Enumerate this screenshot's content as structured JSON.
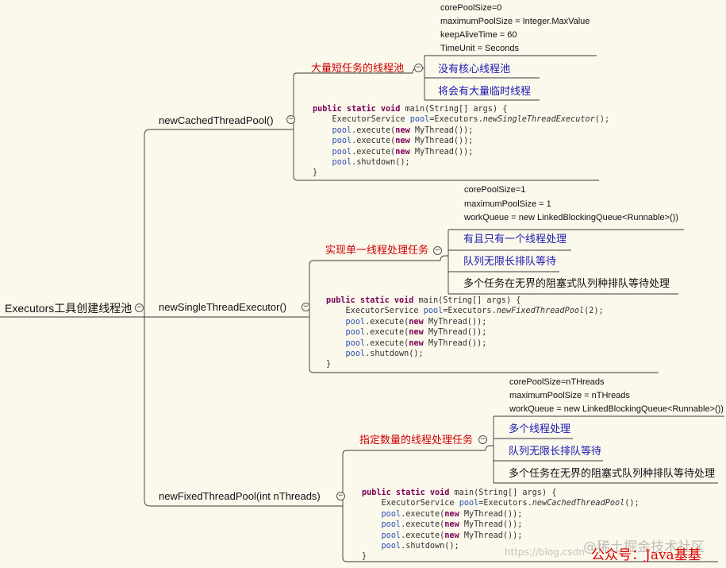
{
  "root": {
    "label": "Executors工具创建线程池"
  },
  "branches": [
    {
      "method": "newCachedThreadPool()",
      "summary": "大量短任务的线程池",
      "params": [
        "corePoolSize=0",
        "maximumPoolSize = Integer.MaxValue",
        "keepAliveTime = 60",
        "TimeUnit = Seconds"
      ],
      "points": [
        "没有核心线程池",
        "将会有大量临时线程"
      ],
      "code": {
        "kw_decl": "public static void",
        "main_sig": " main(String[] args) {",
        "decl_type": "ExecutorService ",
        "pool_var": "pool",
        "assign": "=Executors.",
        "factory": "newSingleThreadExecutor",
        "factory_args": "();",
        "call": ".execute(",
        "new_kw": "new",
        "ctor": " MyThread());",
        "shutdown": ".shutdown();",
        "close": "}"
      }
    },
    {
      "method": "newSingleThreadExecutor()",
      "summary": "实现单一线程处理任务",
      "params": [
        "corePoolSize=1",
        "maximumPoolSize = 1",
        "workQueue = new LinkedBlockingQueue<Runnable>())"
      ],
      "points": [
        "有且只有一个线程处理",
        "队列无限长排队等待",
        "多个任务在无界的阻塞式队列种排队等待处理"
      ],
      "code": {
        "kw_decl": "public static void",
        "main_sig": " main(String[] args) {",
        "decl_type": "ExecutorService ",
        "pool_var": "pool",
        "assign": "=Executors.",
        "factory": "newFixedThreadPool",
        "factory_args": "(2);",
        "call": ".execute(",
        "new_kw": "new",
        "ctor": " MyThread());",
        "shutdown": ".shutdown();",
        "close": "}"
      }
    },
    {
      "method": "newFixedThreadPool(int nThreads)",
      "summary": "指定数量的线程处理任务",
      "params": [
        "corePoolSize=nTHreads",
        "maximumPoolSize = nTHreads",
        "workQueue = new LinkedBlockingQueue<Runnable>())"
      ],
      "points": [
        "多个线程处理",
        "队列无限长排队等待",
        "多个任务在无界的阻塞式队列种排队等待处理"
      ],
      "code": {
        "kw_decl": "public static void",
        "main_sig": " main(String[] args) {",
        "decl_type": "ExecutorService ",
        "pool_var": "pool",
        "assign": "=Executors.",
        "factory": "newCachedThreadPool",
        "factory_args": "();",
        "call": ".execute(",
        "new_kw": "new",
        "ctor": " MyThread());",
        "shutdown": ".shutdown();",
        "close": "}"
      }
    }
  ],
  "watermark": {
    "community": "@稀土掘金技术社区",
    "url": "https://blog.csdn",
    "account": "公众号：Java基基"
  },
  "colors": {
    "background": "#fbf8ec",
    "summary_text": "#cc0000",
    "point_text": "#1a1ab0",
    "keyword": "#7a0055",
    "variable": "#2a4fb5",
    "watermark_red": "#e00000"
  }
}
